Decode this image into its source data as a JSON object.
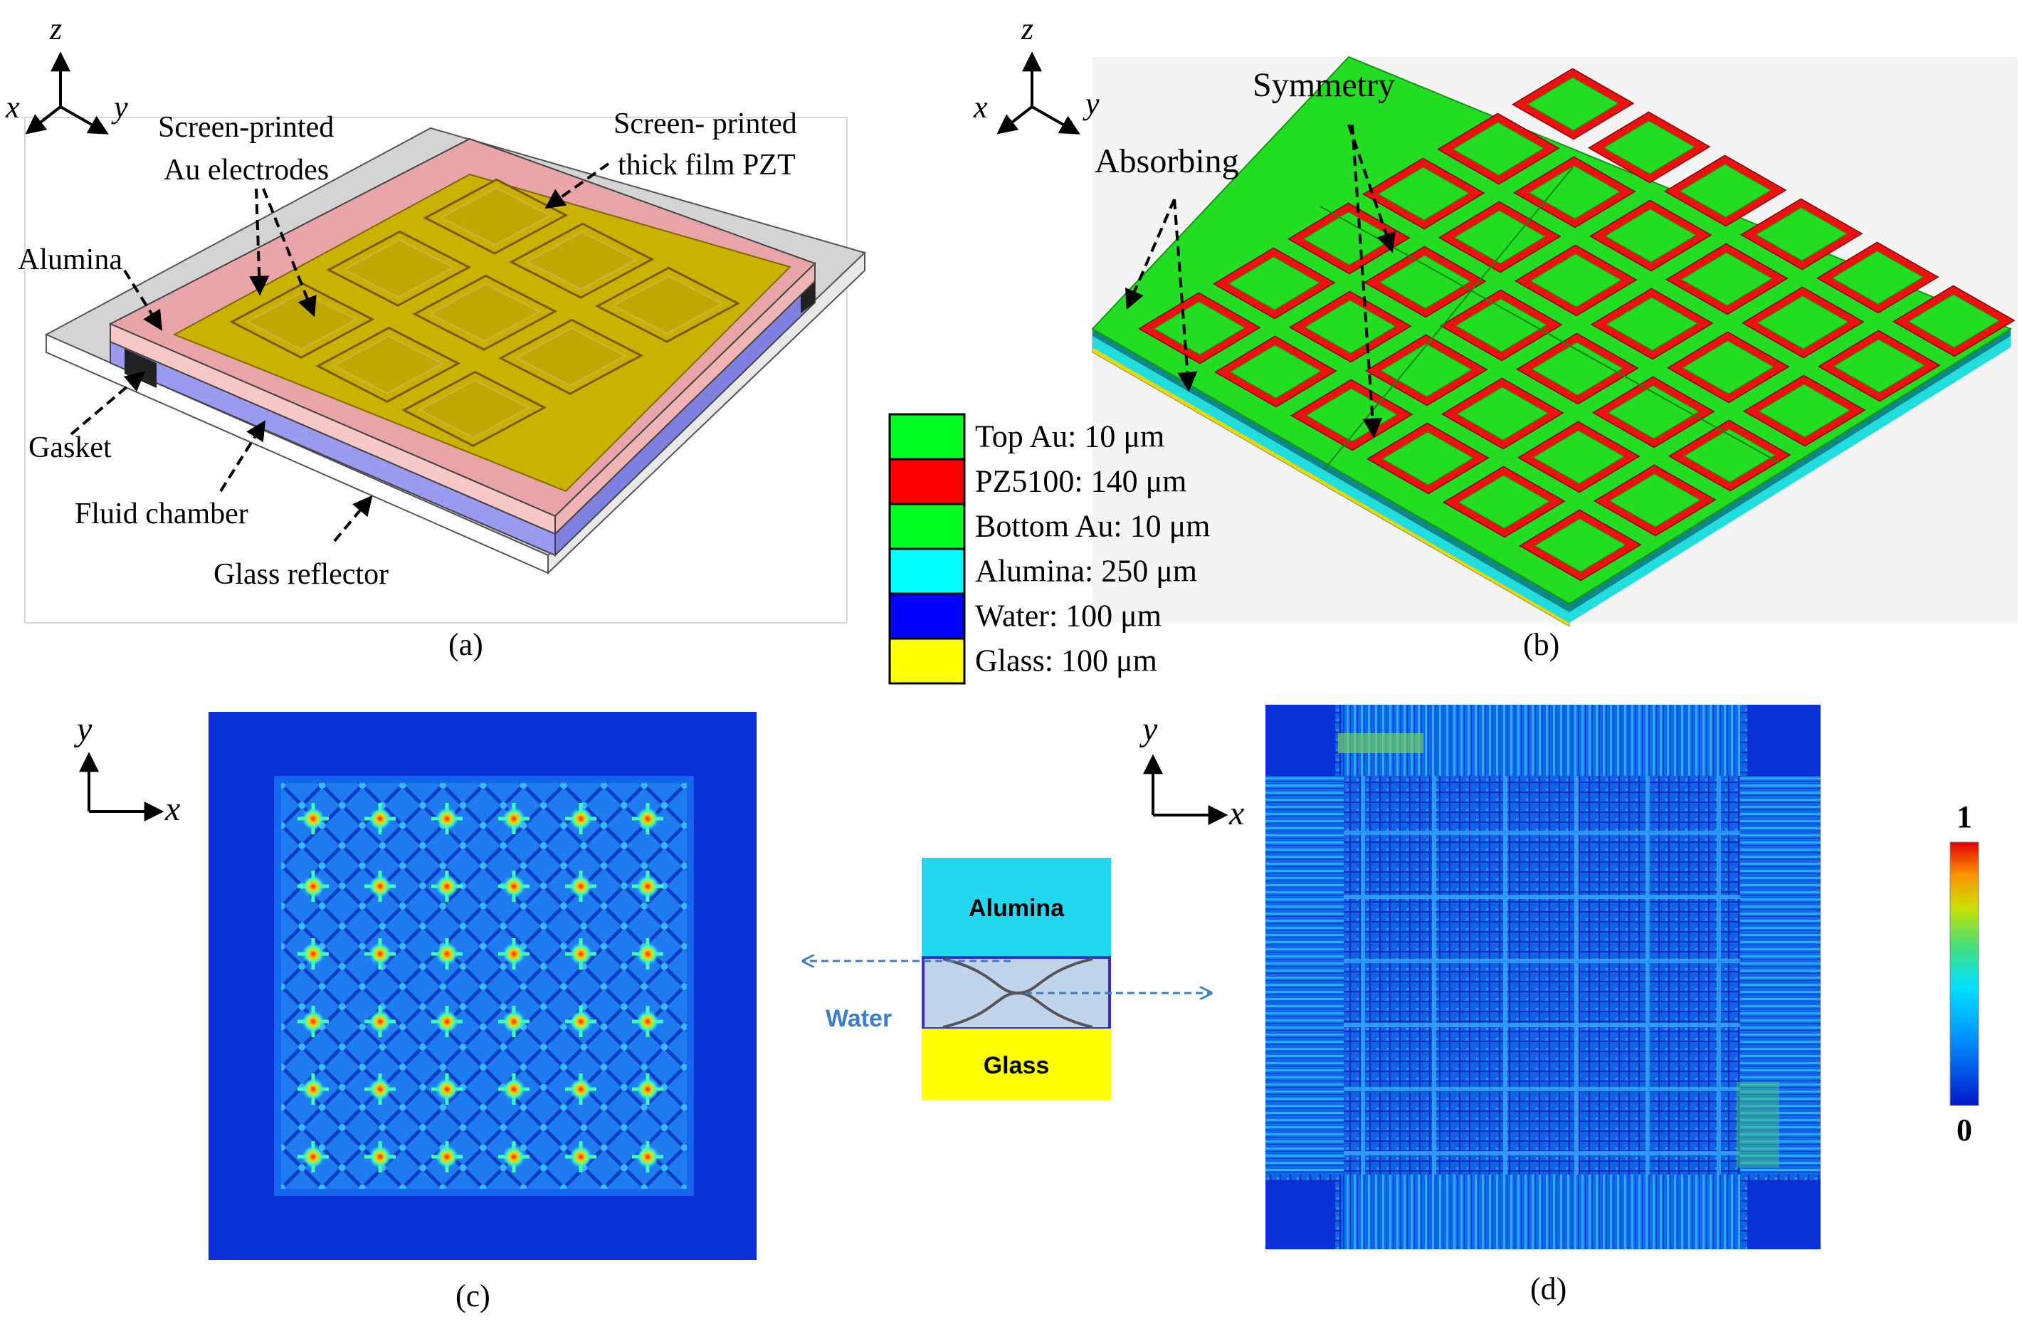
{
  "panels": {
    "a": {
      "caption": "(a)",
      "axes": {
        "z": "z",
        "x": "x",
        "y": "y"
      },
      "labels": {
        "electrodes": [
          "Screen-printed",
          "Au electrodes"
        ],
        "pzt": [
          "Screen- printed",
          "thick film PZT"
        ],
        "alumina": "Alumina",
        "gasket": "Gasket",
        "fluid": "Fluid chamber",
        "glass": "Glass reflector"
      },
      "colors": {
        "alumina": "#e8a4a7",
        "pzt": "#c9b200",
        "electrode": "#c8a400",
        "fluid": "#9a9af0",
        "glass": "#e8e8e8",
        "gasket": "#222222"
      }
    },
    "b": {
      "caption": "(b)",
      "axes": {
        "z": "z",
        "x": "x",
        "y": "y"
      },
      "labels": {
        "symmetry": "Symmetry",
        "absorbing": "Absorbing"
      },
      "colors": {
        "au": "#22dd22",
        "pzt": "#ee1111",
        "alumina": "#22dddd",
        "glass": "#e8d800"
      }
    },
    "c": {
      "caption": "(c)",
      "axes": {
        "x": "x",
        "y": "y"
      }
    },
    "d": {
      "caption": "(d)",
      "axes": {
        "x": "x",
        "y": "y"
      }
    }
  },
  "legend": [
    {
      "label": "Top Au: 10 μm",
      "color": "#00ff22"
    },
    {
      "label": "PZ5100: 140 μm",
      "color": "#ff0000"
    },
    {
      "label": "Bottom Au: 10 μm",
      "color": "#00ff22"
    },
    {
      "label": "Alumina: 250 μm",
      "color": "#00ffff"
    },
    {
      "label": "Water: 100 μm",
      "color": "#0000ff"
    },
    {
      "label": "Glass: 100 μm",
      "color": "#ffff00"
    }
  ],
  "cross_section": {
    "alumina": "Alumina",
    "water": "Water",
    "glass": "Glass"
  },
  "colorbar": {
    "max": "1",
    "min": "0"
  }
}
